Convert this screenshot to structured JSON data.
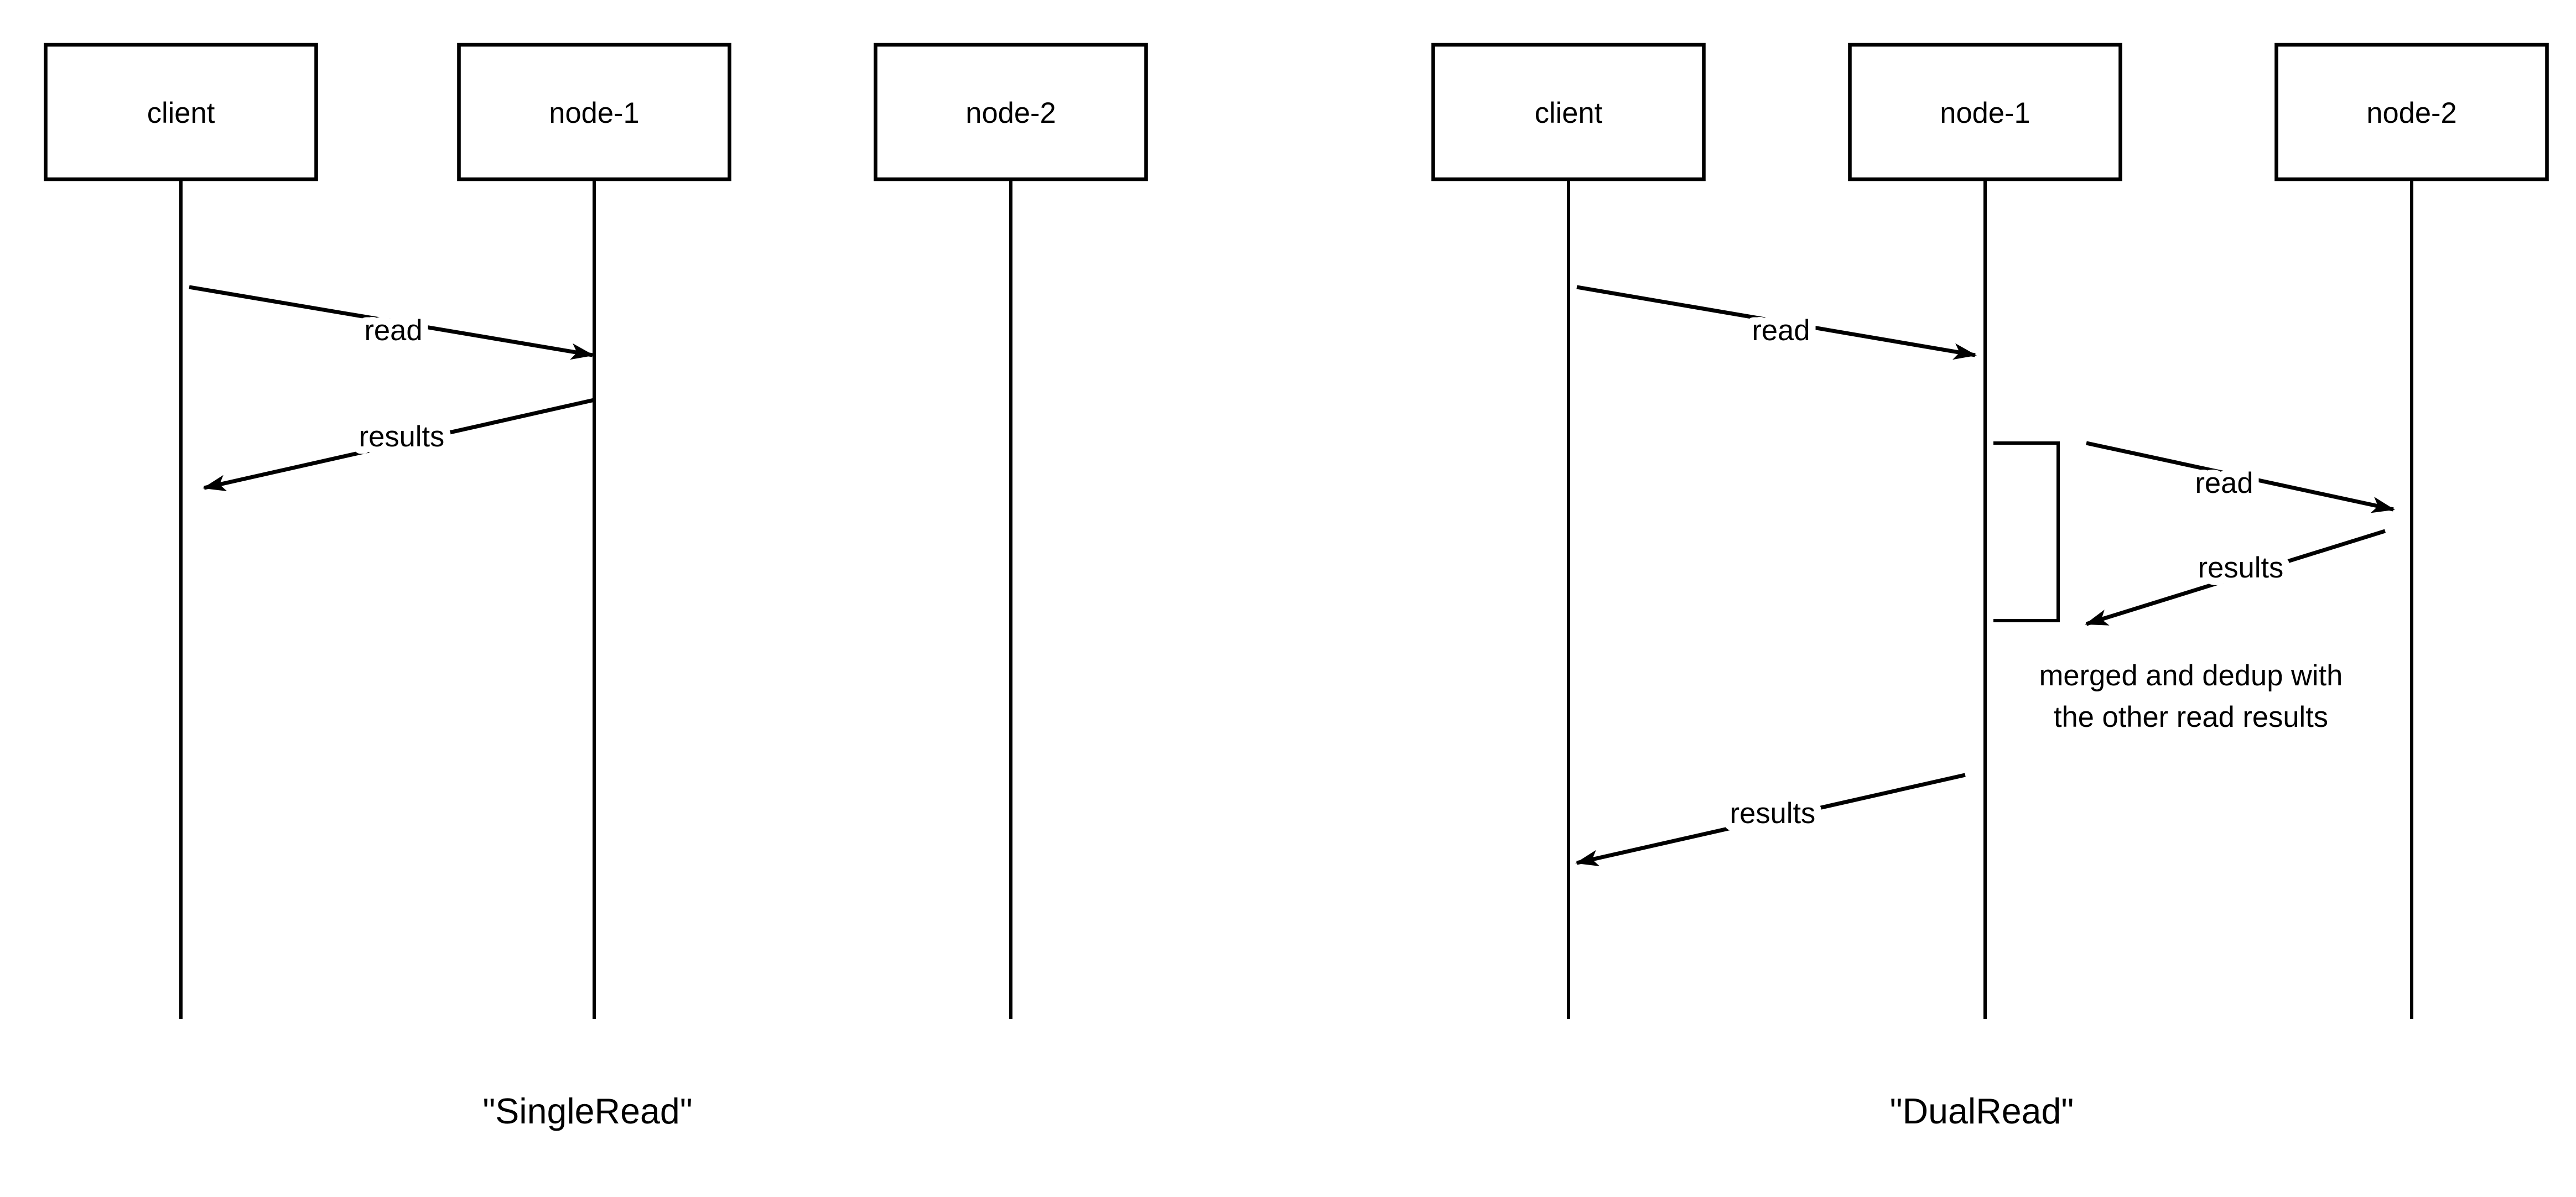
{
  "canvas": {
    "background": "#ffffff",
    "line_color": "#000000"
  },
  "diagrams": [
    {
      "title": "\"SingleRead\"",
      "actors": [
        {
          "label": "client"
        },
        {
          "label": "node-1"
        },
        {
          "label": "node-2"
        }
      ],
      "messages": [
        {
          "label": "read",
          "from": "client",
          "to": "node-1"
        },
        {
          "label": "results",
          "from": "node-1",
          "to": "client"
        }
      ]
    },
    {
      "title": "\"DualRead\"",
      "actors": [
        {
          "label": "client"
        },
        {
          "label": "node-1"
        },
        {
          "label": "node-2"
        }
      ],
      "messages": [
        {
          "label": "read",
          "from": "client",
          "to": "node-1"
        },
        {
          "label": "read",
          "from": "node-1",
          "to": "node-2"
        },
        {
          "label": "results",
          "from": "node-2",
          "to": "node-1"
        },
        {
          "label": "results",
          "from": "node-1",
          "to": "client"
        }
      ],
      "note": {
        "line1": "merged and dedup with",
        "line2": "the other read results"
      }
    }
  ]
}
